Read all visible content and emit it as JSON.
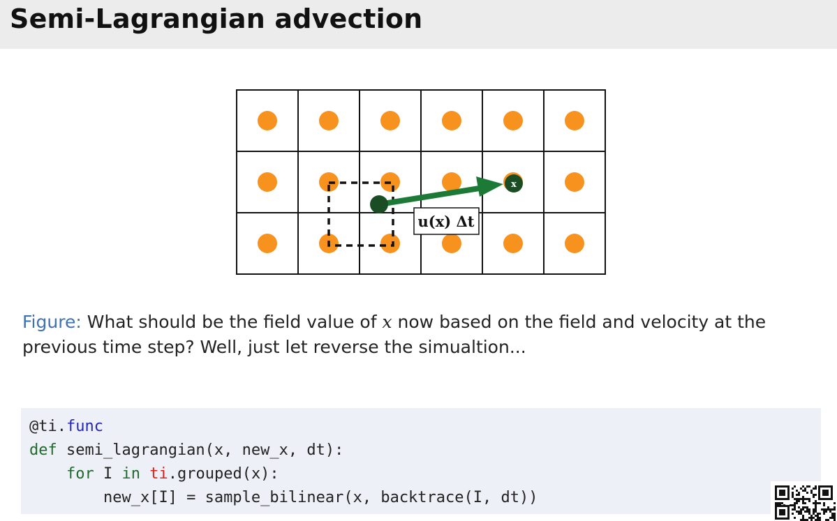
{
  "slide": {
    "title": "Semi-Lagrangian advection"
  },
  "figure": {
    "grid_rows": 3,
    "grid_cols": 6,
    "point_label": "x",
    "velocity_label": "u(x) Δt",
    "colors": {
      "sample_dot": "#f7921e",
      "particle": "#1b4d24",
      "arrow": "#1c7a36",
      "grid_line": "#111111",
      "dashed_box": "#111111"
    }
  },
  "caption": {
    "label": "Figure:",
    "text_before_math": "What should be the field value of",
    "math": "x",
    "text_after_math": "now based on the field and velocity at the previous time step? Well, just let reverse the simualtion..."
  },
  "code": {
    "decorator_prefix": "@ti.",
    "decorator_name": "func",
    "def_keyword": "def",
    "signature": "semi_lagrangian(x, new_x, dt):",
    "for_keyword": "for",
    "loop_var": "I",
    "in_keyword": "in",
    "module": "ti",
    "loop_iter": ".grouped(x):",
    "body": "new_x[I] = sample_bilinear(x, backtrace(I, dt))"
  }
}
